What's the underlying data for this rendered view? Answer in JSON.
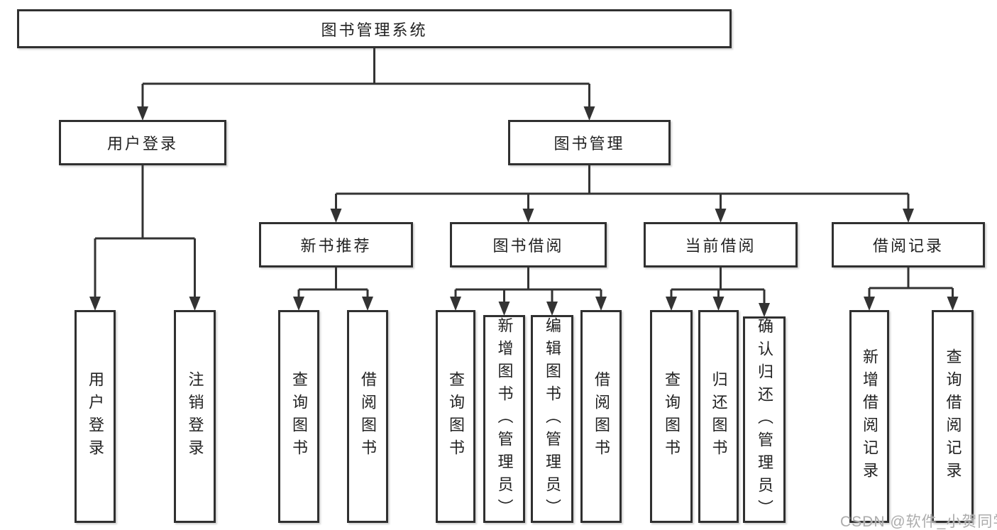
{
  "diagram": {
    "title": "图书管理系统",
    "watermark": "CSDN @软件_小贺同学",
    "colors": {
      "line": "#333333",
      "box_border": "#303030",
      "text": "#222222",
      "watermark": "#acacac",
      "background": "#ffffff"
    },
    "root": {
      "label": "图书管理系统"
    },
    "level2": [
      {
        "label": "用户登录",
        "parent": "图书管理系统"
      },
      {
        "label": "图书管理",
        "parent": "图书管理系统"
      }
    ],
    "level3": [
      {
        "label": "新书推荐",
        "parent": "图书管理"
      },
      {
        "label": "图书借阅",
        "parent": "图书管理"
      },
      {
        "label": "当前借阅",
        "parent": "图书管理"
      },
      {
        "label": "借阅记录",
        "parent": "图书管理"
      }
    ],
    "leaves": [
      {
        "label": "用户登录",
        "parent": "用户登录"
      },
      {
        "label": "注销登录",
        "parent": "用户登录"
      },
      {
        "label": "查询图书",
        "parent": "新书推荐"
      },
      {
        "label": "借阅图书",
        "parent": "新书推荐"
      },
      {
        "label": "查询图书",
        "parent": "图书借阅"
      },
      {
        "label": "新增图书（管理员）",
        "parent": "图书借阅"
      },
      {
        "label": "编辑图书（管理员）",
        "parent": "图书借阅"
      },
      {
        "label": "借阅图书",
        "parent": "图书借阅"
      },
      {
        "label": "查询图书",
        "parent": "当前借阅"
      },
      {
        "label": "归还图书",
        "parent": "当前借阅"
      },
      {
        "label": "确认归还（管理员）",
        "parent": "当前借阅"
      },
      {
        "label": "新增借阅记录",
        "parent": "借阅记录"
      },
      {
        "label": "查询借阅记录",
        "parent": "借阅记录"
      }
    ]
  }
}
